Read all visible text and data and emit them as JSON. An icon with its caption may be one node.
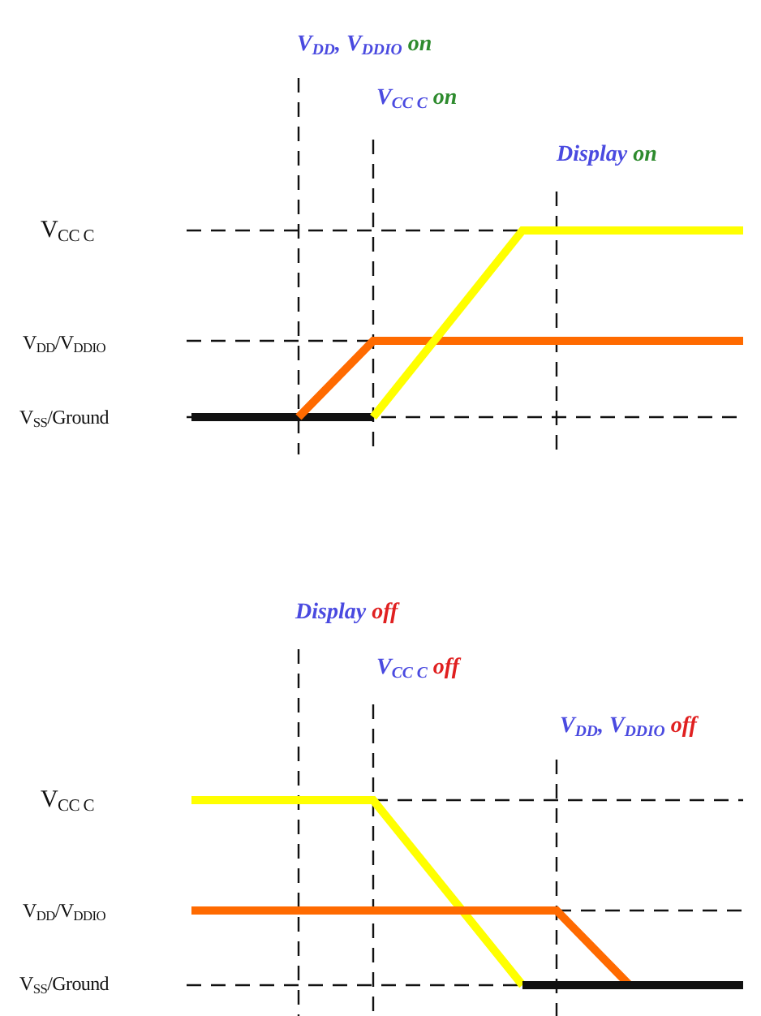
{
  "diagram": {
    "labels": [
      "V$_{DD}$, V$_{DDIO}$ **on**",
      "V$_{CC C}$ **on**",
      "Display **on**",
      "V$_{CC C}$",
      "V$_{DD}$/V$_{DDIO}$",
      "V$_{SS}$/Ground",
      "Display **off**",
      "V$_{CC C}$ **off**",
      "V$_{DD}$, V$_{DDIO}$ **off**",
      "V$_{CC C}$",
      "V$_{DD}$/V$_{DDIO}$",
      "V$_{SS}$/Ground"
    ]
  }
}
